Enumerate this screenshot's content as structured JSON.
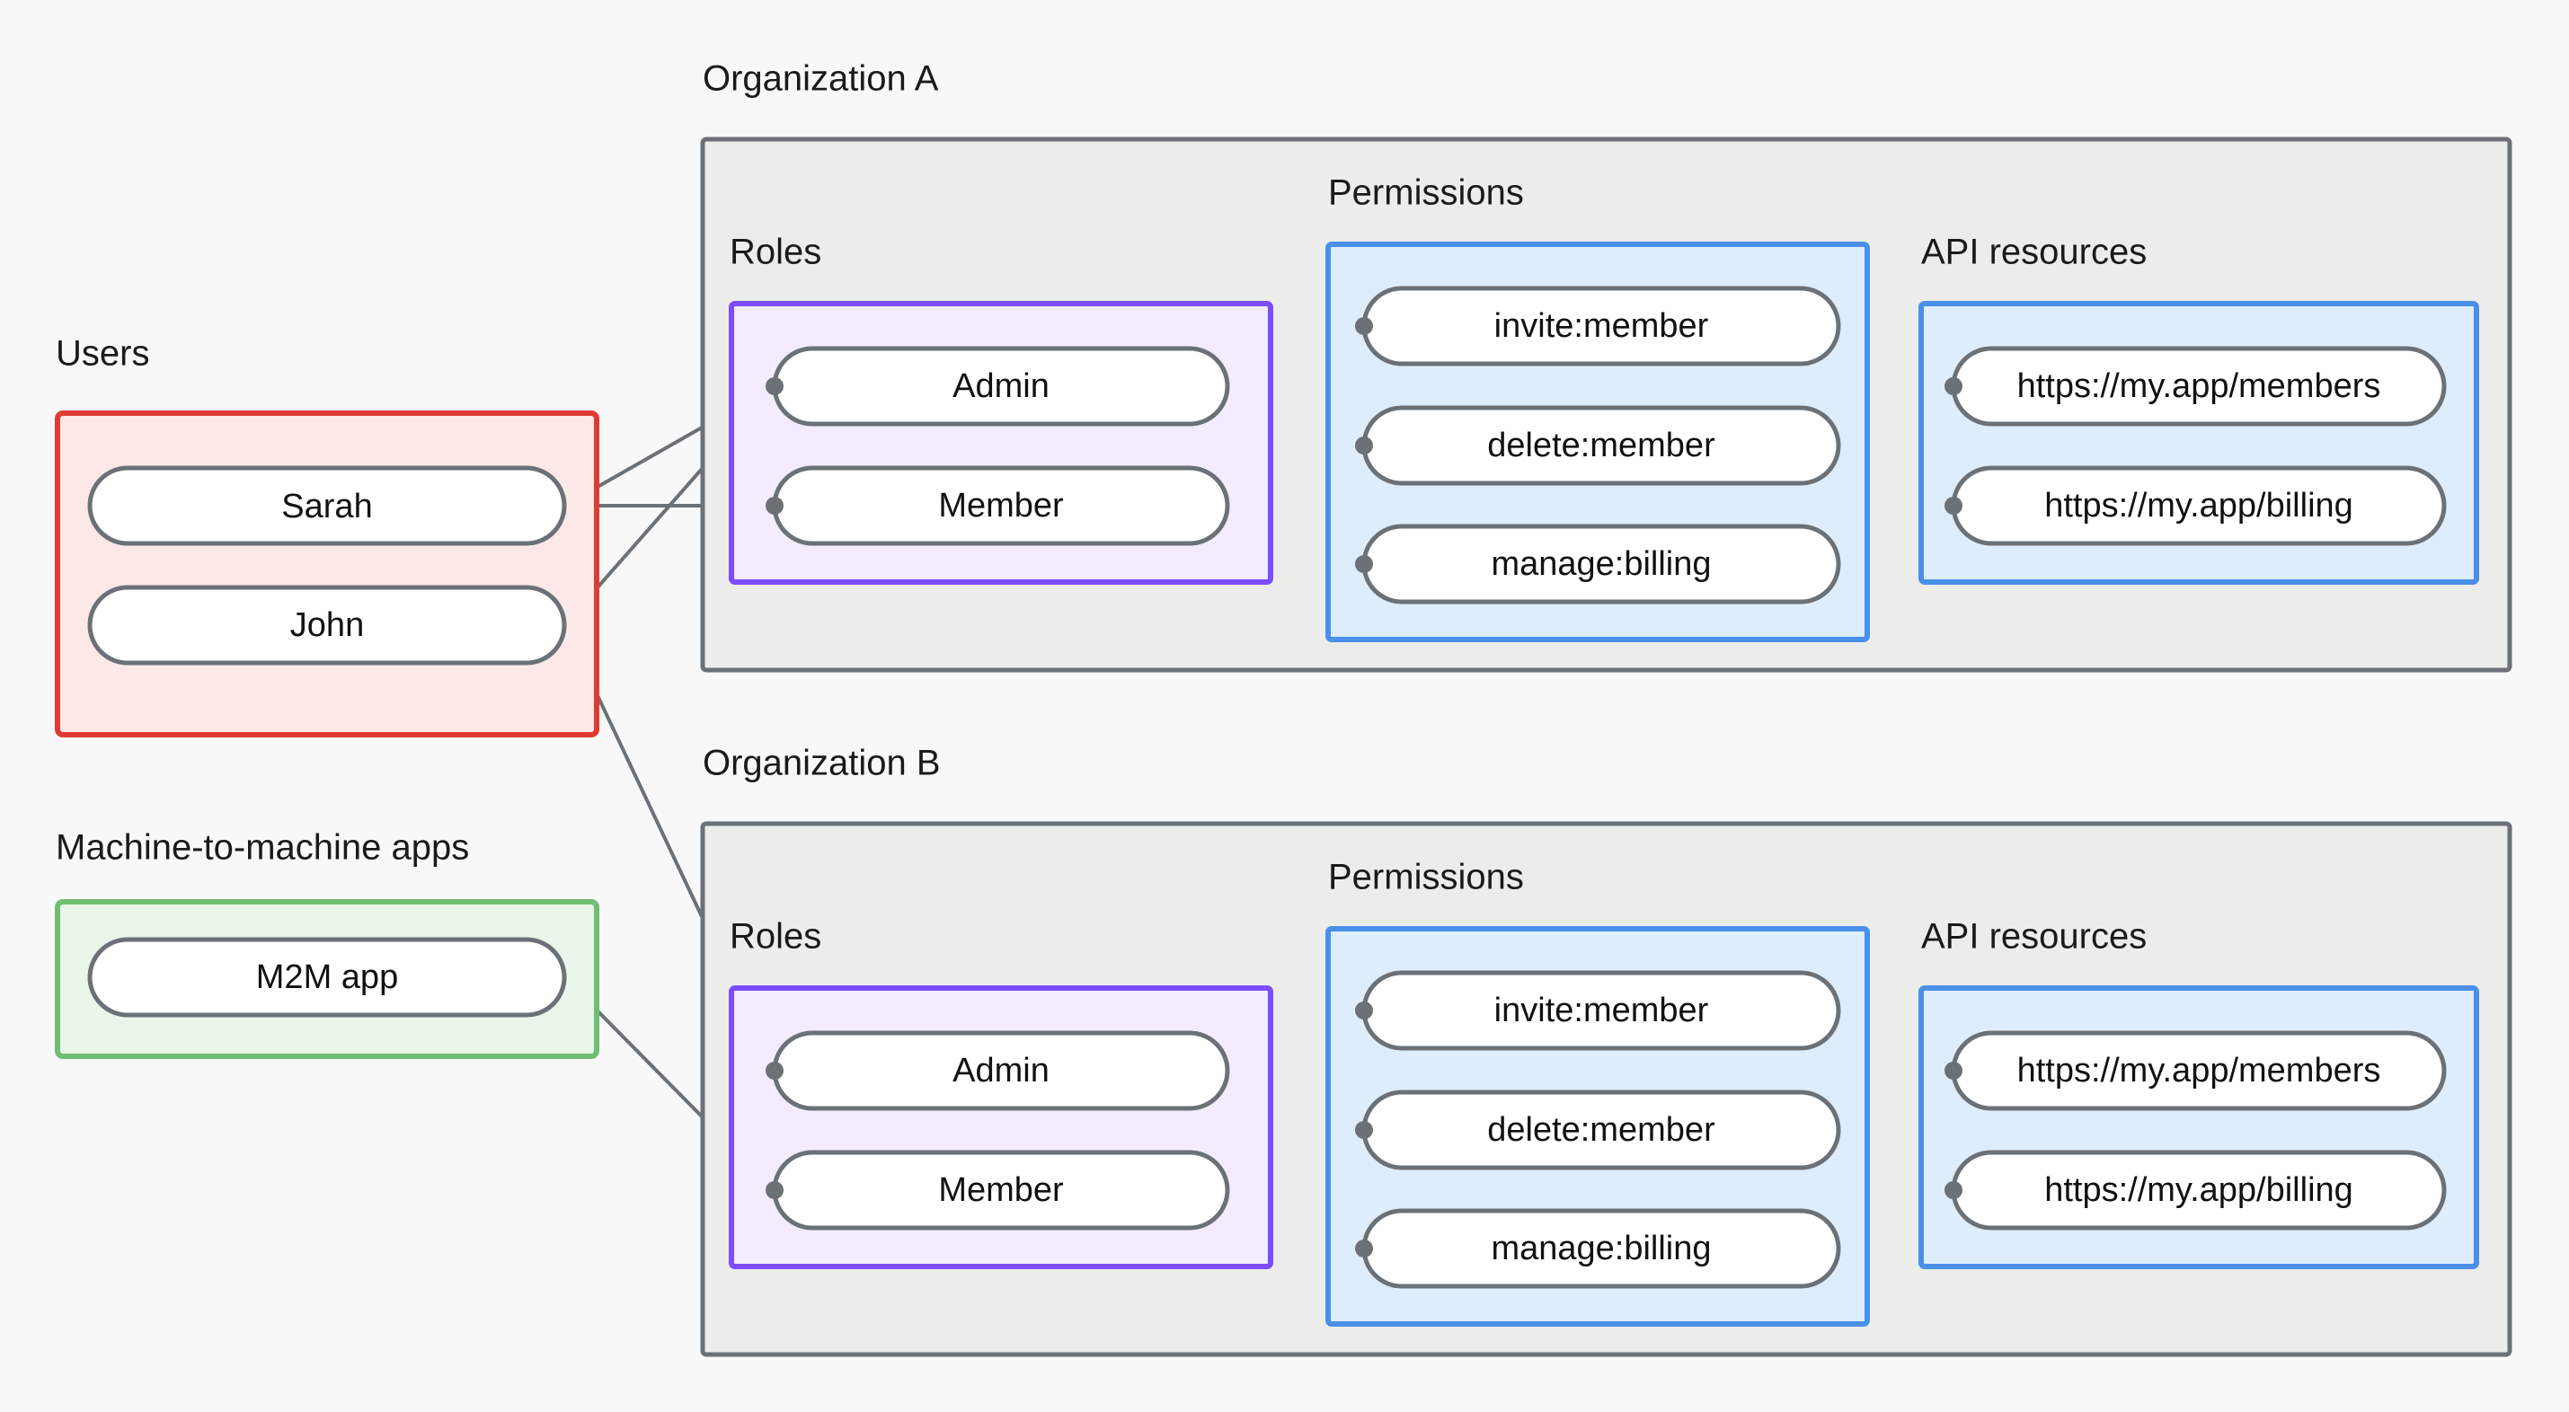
{
  "page": {
    "background": "#f7f8f7",
    "title_visible": false
  },
  "palette": {
    "users_border": "#e03b33",
    "users_fill": "#fce9e7",
    "m2m_border": "#6fbf73",
    "m2m_fill": "#e9f5e9",
    "roles_border": "#7b4dff",
    "roles_fill": "#f2ecfe",
    "permissions_border": "#4a90e8",
    "permissions_fill": "#deedfc",
    "resources_border": "#4a90e8",
    "resources_fill": "#deedfc",
    "org_border": "#6b7176",
    "org_fill": "#ecedeb",
    "node_border": "#6b7176",
    "node_fill": "#ffffff",
    "edge": "#6b7176",
    "text": "#111111"
  },
  "left_column": {
    "users": {
      "label": "Users",
      "items": [
        {
          "label": "Sarah"
        },
        {
          "label": "John"
        }
      ]
    },
    "m2m": {
      "label": "Machine-to-machine apps",
      "items": [
        {
          "label": "M2M app"
        }
      ]
    }
  },
  "organizations": [
    {
      "id": "org-a",
      "label": "Organization A",
      "roles": {
        "label": "Roles",
        "items": [
          {
            "label": "Admin"
          },
          {
            "label": "Member"
          }
        ]
      },
      "permissions": {
        "label": "Permissions",
        "items": [
          {
            "label": "invite:member"
          },
          {
            "label": "delete:member"
          },
          {
            "label": "manage:billing"
          }
        ]
      },
      "resources": {
        "label": "API resources",
        "items": [
          {
            "label": "https://my.app/members"
          },
          {
            "label": "https://my.app/billing"
          }
        ]
      }
    },
    {
      "id": "org-b",
      "label": "Organization B",
      "roles": {
        "label": "Roles",
        "items": [
          {
            "label": "Admin"
          },
          {
            "label": "Member"
          }
        ]
      },
      "permissions": {
        "label": "Permissions",
        "items": [
          {
            "label": "invite:member"
          },
          {
            "label": "delete:member"
          },
          {
            "label": "manage:billing"
          }
        ]
      },
      "resources": {
        "label": "API resources",
        "items": [
          {
            "label": "https://my.app/members"
          },
          {
            "label": "https://my.app/billing"
          }
        ]
      }
    }
  ],
  "connections": [
    {
      "from": "Sarah",
      "to": "Organization A / Admin"
    },
    {
      "from": "Sarah",
      "to": "Organization A / Member"
    },
    {
      "from": "John",
      "to": "Organization A / Admin"
    },
    {
      "from": "John",
      "to": "Organization B / Admin"
    },
    {
      "from": "M2M app",
      "to": "Organization B / Member"
    },
    {
      "from": "Organization A / Admin",
      "to": "Organization A / invite:member"
    },
    {
      "from": "Organization A / Admin",
      "to": "Organization A / delete:member"
    },
    {
      "from": "Organization A / Member",
      "to": "Organization A / manage:billing"
    },
    {
      "from": "Organization A / invite:member",
      "to": "Organization A / https://my.app/members"
    },
    {
      "from": "Organization A / delete:member",
      "to": "Organization A / https://my.app/members"
    },
    {
      "from": "Organization A / manage:billing",
      "to": "Organization A / https://my.app/billing"
    },
    {
      "from": "Organization B / Admin",
      "to": "Organization B / invite:member"
    },
    {
      "from": "Organization B / Admin",
      "to": "Organization B / delete:member"
    },
    {
      "from": "Organization B / Member",
      "to": "Organization B / manage:billing"
    },
    {
      "from": "Organization B / invite:member",
      "to": "Organization B / https://my.app/members"
    },
    {
      "from": "Organization B / delete:member",
      "to": "Organization B / https://my.app/members"
    },
    {
      "from": "Organization B / manage:billing",
      "to": "Organization B / https://my.app/billing"
    }
  ]
}
